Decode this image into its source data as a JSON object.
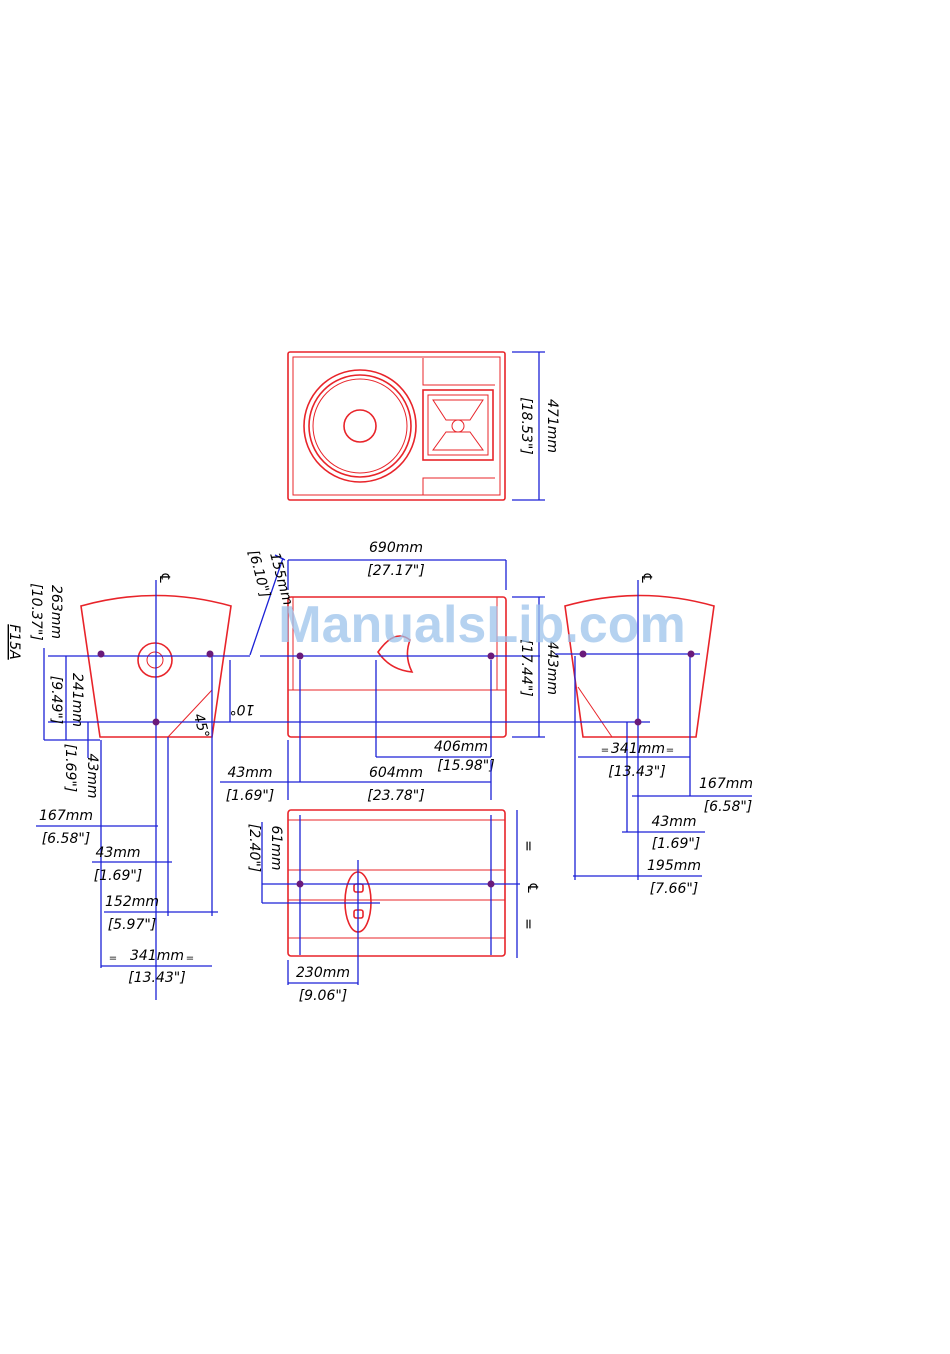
{
  "model_label": "F15A",
  "watermark": "ManualsLib.com",
  "centerline_symbol": "℄",
  "equal_mark": "=",
  "dims": {
    "front_height_mm": "471mm",
    "front_height_in": "[18.53\"]",
    "top_width_mm": "690mm",
    "top_width_in": "[27.17\"]",
    "top_depth_mm": "443mm",
    "top_depth_in": "[17.44\"]",
    "top_offset_mm": "155mm",
    "top_offset_in": "[6.10\"]",
    "top_angle": "10°",
    "side_angle": "45°",
    "top_406_mm": "406mm",
    "top_406_in": "[15.98\"]",
    "top_604_mm": "604mm",
    "top_604_in": "[23.78\"]",
    "top_43_mm": "43mm",
    "top_43_in": "[1.69\"]",
    "bottom_61_mm": "61mm",
    "bottom_61_in": "[2.40\"]",
    "bottom_230_mm": "230mm",
    "bottom_230_in": "[9.06\"]",
    "left_263_mm": "263mm",
    "left_263_in": "[10.37\"]",
    "left_241_mm": "241mm",
    "left_241_in": "[9.49\"]",
    "left_43v_mm": "43mm",
    "left_43v_in": "[1.69\"]",
    "left_167_mm": "167mm",
    "left_167_in": "[6.58\"]",
    "left_43_mm": "43mm",
    "left_43_in": "[1.69\"]",
    "left_152_mm": "152mm",
    "left_152_in": "[5.97\"]",
    "left_341_mm": "341mm",
    "left_341_in": "[13.43\"]",
    "right_341_mm": "341mm",
    "right_341_in": "[13.43\"]",
    "right_167_mm": "167mm",
    "right_167_in": "[6.58\"]",
    "right_43_mm": "43mm",
    "right_43_in": "[1.69\"]",
    "right_195_mm": "195mm",
    "right_195_in": "[7.66\"]"
  }
}
